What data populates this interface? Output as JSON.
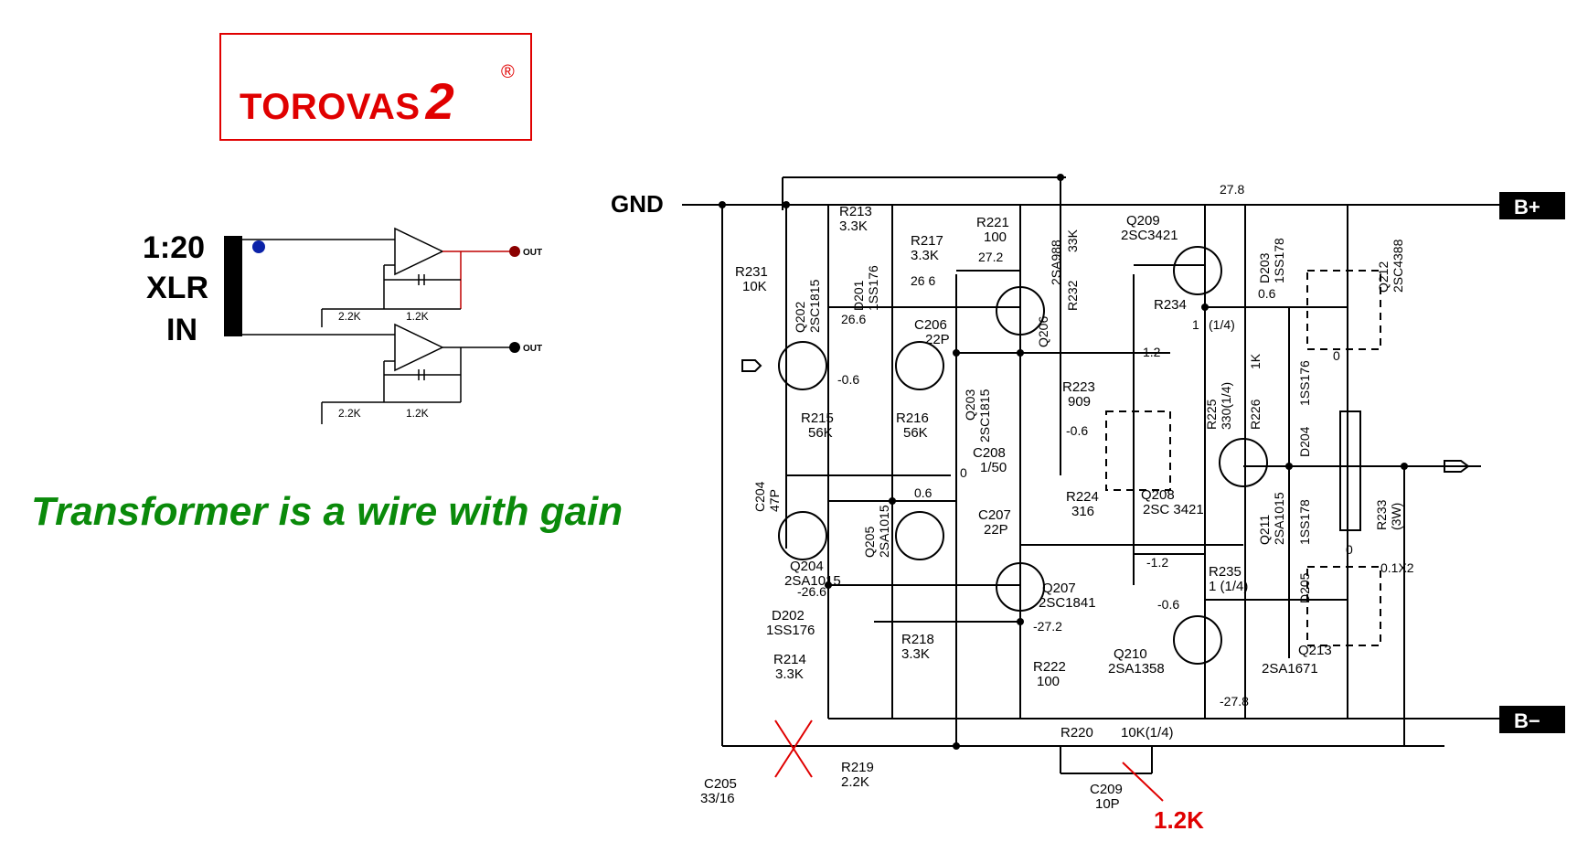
{
  "logo": {
    "text": "TOROVAS",
    "number": "2",
    "mark": "®"
  },
  "xlr_block": {
    "ratio": "1:20",
    "connector": "XLR",
    "direction": "IN"
  },
  "slogan": "Transformer is a wire with gain",
  "opamp_circuit": {
    "out_top": "OUT",
    "out_bottom": "OUT",
    "r_in_top": "2.2K",
    "r_fb_top": "1.2K",
    "r_in_bottom": "2.2K",
    "r_fb_bottom": "1.2K"
  },
  "rails": {
    "gnd": "GND",
    "bplus": "B+",
    "bminus": "B−",
    "v_pos": "27.8",
    "v_neg": "-27.8"
  },
  "annotation": {
    "value": "1.2K",
    "color": "#e00000"
  },
  "components": [
    {
      "ref": "R213",
      "value": "3.3K"
    },
    {
      "ref": "D201",
      "value": "1SS176"
    },
    {
      "ref": "R231",
      "value": "10K"
    },
    {
      "ref": "Q202",
      "value": "2SC1815"
    },
    {
      "ref": "R217",
      "value": "3.3K"
    },
    {
      "ref": "R221",
      "value": "100"
    },
    {
      "ref": "Q206",
      "value": "2SA988"
    },
    {
      "ref": "R232",
      "value": "33K"
    },
    {
      "ref": "Q209",
      "value": "2SC3421"
    },
    {
      "ref": "D203",
      "value": "1SS178"
    },
    {
      "ref": "Q212",
      "value": "2SC4388"
    },
    {
      "ref": "C206",
      "value": "22P"
    },
    {
      "ref": "Q203",
      "value": "2SC1815"
    },
    {
      "ref": "R234",
      "value": "(1/4)"
    },
    {
      "ref": "R215",
      "value": "56K"
    },
    {
      "ref": "R216",
      "value": "56K"
    },
    {
      "ref": "R223",
      "value": "909"
    },
    {
      "ref": "R225",
      "value": "330(1/4)"
    },
    {
      "ref": "R226",
      "value": "1K"
    },
    {
      "ref": "D204",
      "value": "1SS176"
    },
    {
      "ref": "C204",
      "value": "47P"
    },
    {
      "ref": "C208",
      "value": "1/50"
    },
    {
      "ref": "R224",
      "value": "316"
    },
    {
      "ref": "Q208",
      "value": "2SC 3421"
    },
    {
      "ref": "Q211",
      "value": "2SA1015"
    },
    {
      "ref": "R233",
      "value": "(3W)"
    },
    {
      "ref": "Q204",
      "value": "2SA1015"
    },
    {
      "ref": "Q205",
      "value": "2SA1015"
    },
    {
      "ref": "C207",
      "value": "22P"
    },
    {
      "ref": "Q207",
      "value": "2SC1841"
    },
    {
      "ref": "R235",
      "value": "1 (1/4)"
    },
    {
      "ref": "D205",
      "value": "1SS178"
    },
    {
      "ref": "D202",
      "value": "1SS176"
    },
    {
      "ref": "R218",
      "value": "3.3K"
    },
    {
      "ref": "R214",
      "value": "3.3K"
    },
    {
      "ref": "R222",
      "value": "100"
    },
    {
      "ref": "Q210",
      "value": "2SA1358"
    },
    {
      "ref": "Q213",
      "value": "2SA1671"
    },
    {
      "ref": "R220",
      "value": "10K(1/4)"
    },
    {
      "ref": "C205",
      "value": "33/16"
    },
    {
      "ref": "R219",
      "value": "2.2K"
    },
    {
      "ref": "C209",
      "value": "10P"
    }
  ],
  "voltages": [
    "26.6",
    "-0.6",
    "27.2",
    "26 6",
    "1.2",
    "0",
    "0.6",
    "-26.6",
    "-27.2",
    "-0.6",
    "0.6",
    "0",
    "-1.2",
    "1",
    "0.1X2",
    "(1/4)",
    "-0.6",
    "0"
  ],
  "colors": {
    "brand": "#e00000",
    "slogan": "#0a8a0a",
    "wire": "#000000",
    "dot": "#0b22a8"
  }
}
